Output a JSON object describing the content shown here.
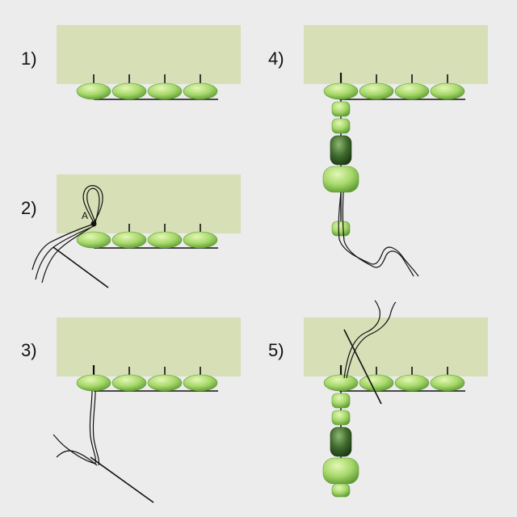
{
  "colors": {
    "background": "#ececec",
    "fabric": "#d6dfb6",
    "bead_light": "#a6d86a",
    "bead_dark": "#3f6b2e",
    "thread": "#111111"
  },
  "steps": [
    {
      "label": "1)"
    },
    {
      "label": "2)",
      "point_label": "A"
    },
    {
      "label": "3)"
    },
    {
      "label": "4)"
    },
    {
      "label": "5)"
    }
  ]
}
